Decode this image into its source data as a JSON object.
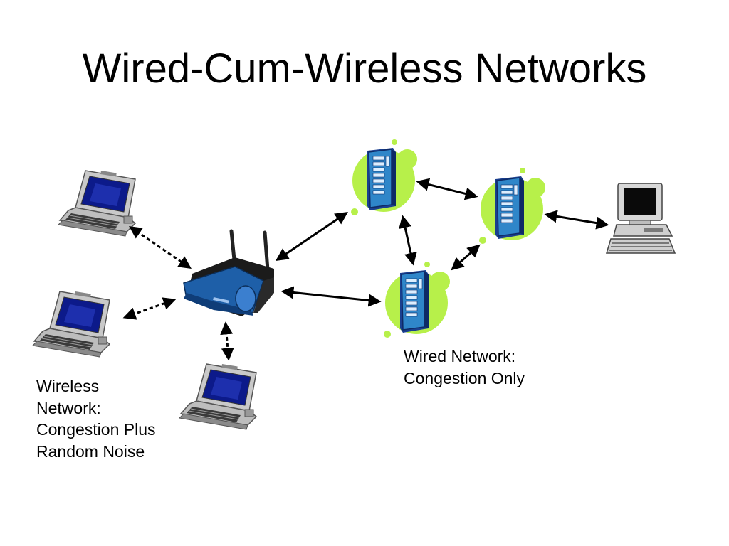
{
  "title": "Wired-Cum-Wireless Networks",
  "wireless_label": [
    "Wireless",
    "Network:",
    "Congestion Plus",
    "Random Noise"
  ],
  "wired_label": [
    "Wired Network:",
    "Congestion Only"
  ],
  "colors": {
    "blob": "#b7f04a",
    "server_blue": "#2f86c9",
    "server_dark": "#1a3f8f",
    "router_blue": "#1e5fa8",
    "laptop_grey": "#c9c9c9",
    "laptop_screen": "#0c1a8a",
    "arrow": "#000000"
  },
  "nodes": {
    "laptops": [
      "laptop-icon",
      "laptop-icon",
      "laptop-icon"
    ],
    "router": "wireless-router-icon",
    "servers": [
      "server-icon",
      "server-icon",
      "server-icon"
    ],
    "desktop": "desktop-computer-icon"
  }
}
